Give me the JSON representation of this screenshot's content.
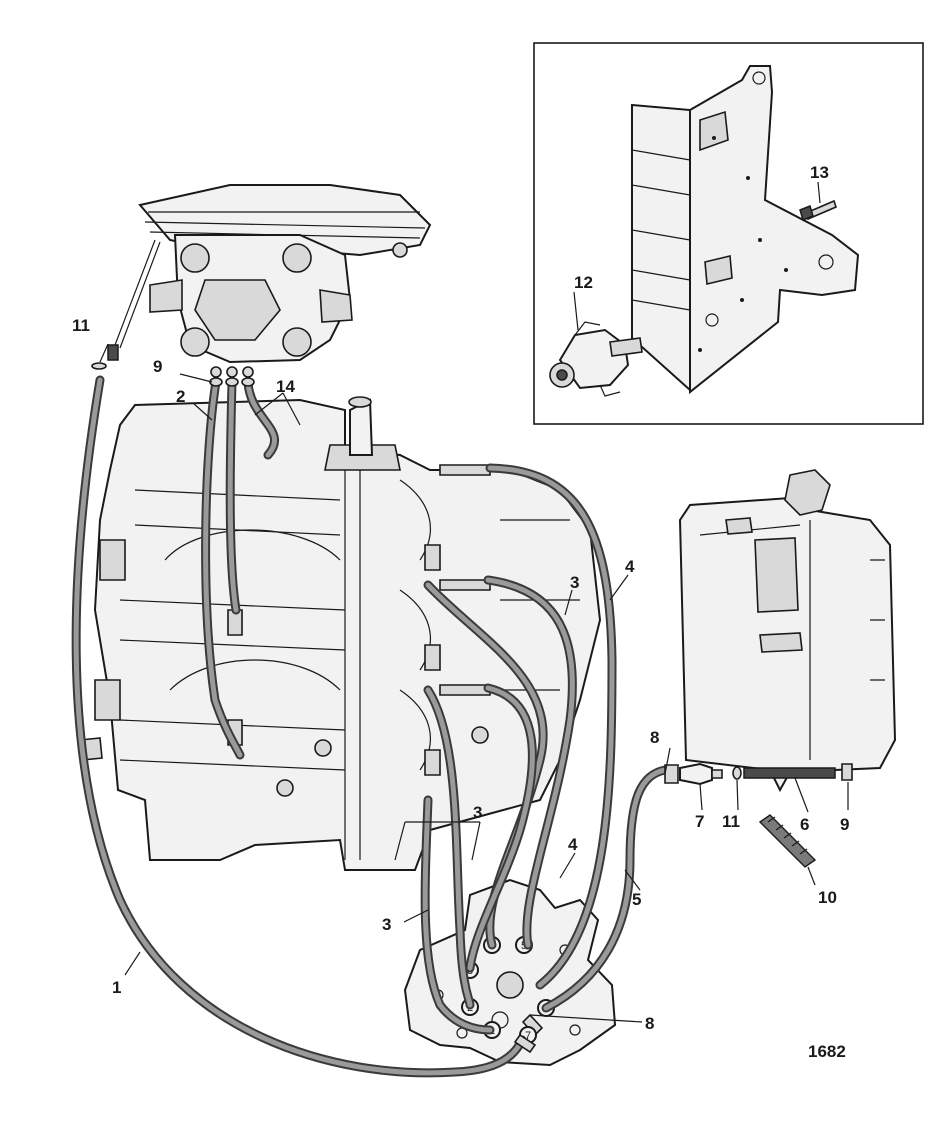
{
  "figure_number": "1682",
  "callouts": {
    "c1": "1",
    "c2": "2",
    "c3a": "3",
    "c3b": "3",
    "c3c": "3",
    "c4a": "4",
    "c4b": "4",
    "c5": "5",
    "c6": "6",
    "c7": "7",
    "c8a": "8",
    "c8b": "8",
    "c9a": "9",
    "c9b": "9",
    "c10": "10",
    "c11a": "11",
    "c11b": "11",
    "c12": "12",
    "c13": "13",
    "c14": "14"
  },
  "manifold_ports": [
    "1",
    "2",
    "3",
    "4",
    "5",
    "6",
    "7"
  ],
  "colors": {
    "line": "#1a1a1a",
    "hose": "#3a3a3a",
    "hose_highlight": "#9a9a9a",
    "fill_light": "#f2f2f2",
    "fill_mid": "#d9d9d9",
    "background": "#ffffff"
  }
}
